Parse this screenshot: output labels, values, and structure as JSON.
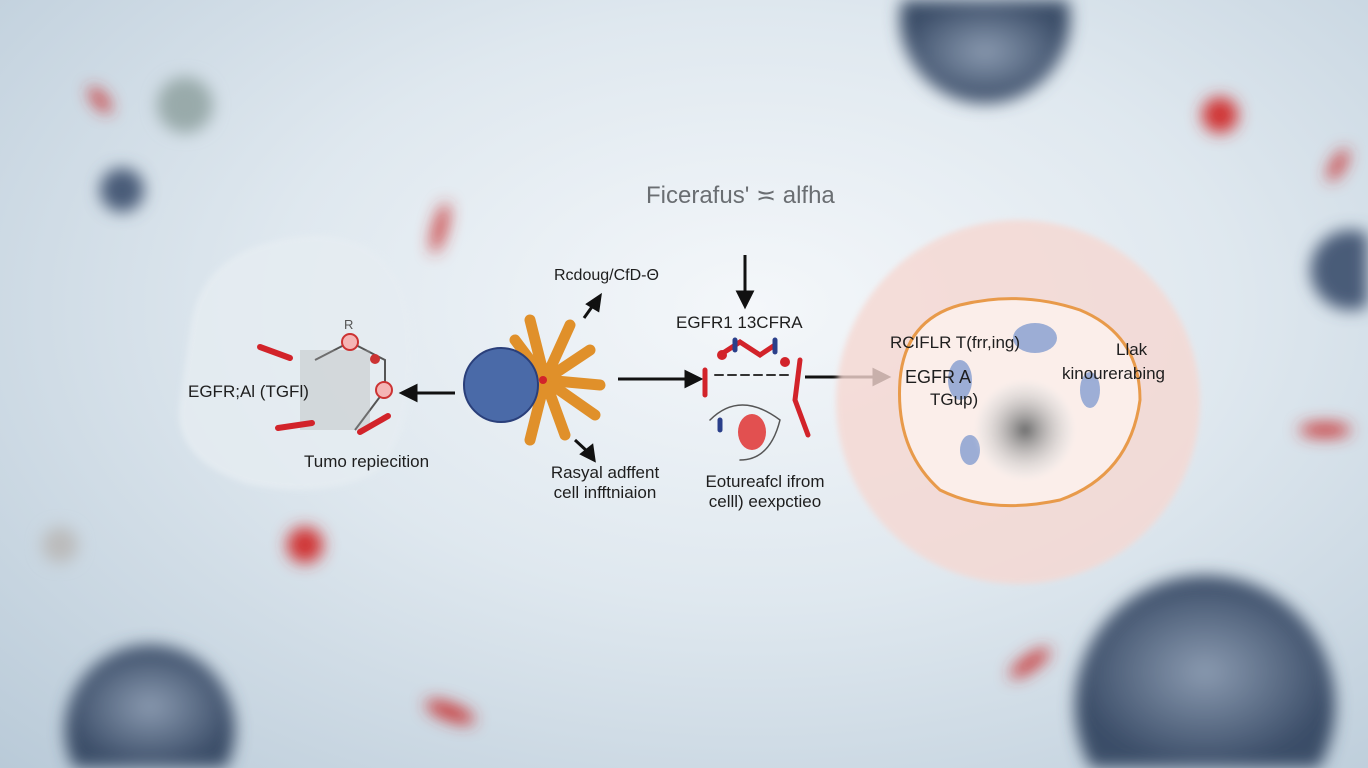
{
  "title": "Ficerafus' ≍ alfha",
  "left_panel": {
    "top_label": "R",
    "receptor_label": "EGFR;Al (TGFl)",
    "caption": "Tumo repiecition"
  },
  "center_cell": {
    "upper_label": "Rcdoug/CfD-Θ",
    "caption_line1": "Rasyal adffent",
    "caption_line2": "cell infftniaion"
  },
  "receptor_panel": {
    "top_label": "EGFR1 13CFRA",
    "caption_line1": "Eotureafcl ifrom",
    "caption_line2": "celll) eexpctieo"
  },
  "right_cell": {
    "label1": "RCIFLR T(frr,ing)",
    "label2": "EGFR A",
    "label3": "TGup)",
    "label4": "Llak",
    "label5": "kinourerabing"
  },
  "colors": {
    "receptor_red": "#d2232a",
    "ligand_orange": "#f0a318",
    "cell_blue": "#4a6aa8",
    "membrane_orange": "#e89a4a"
  }
}
